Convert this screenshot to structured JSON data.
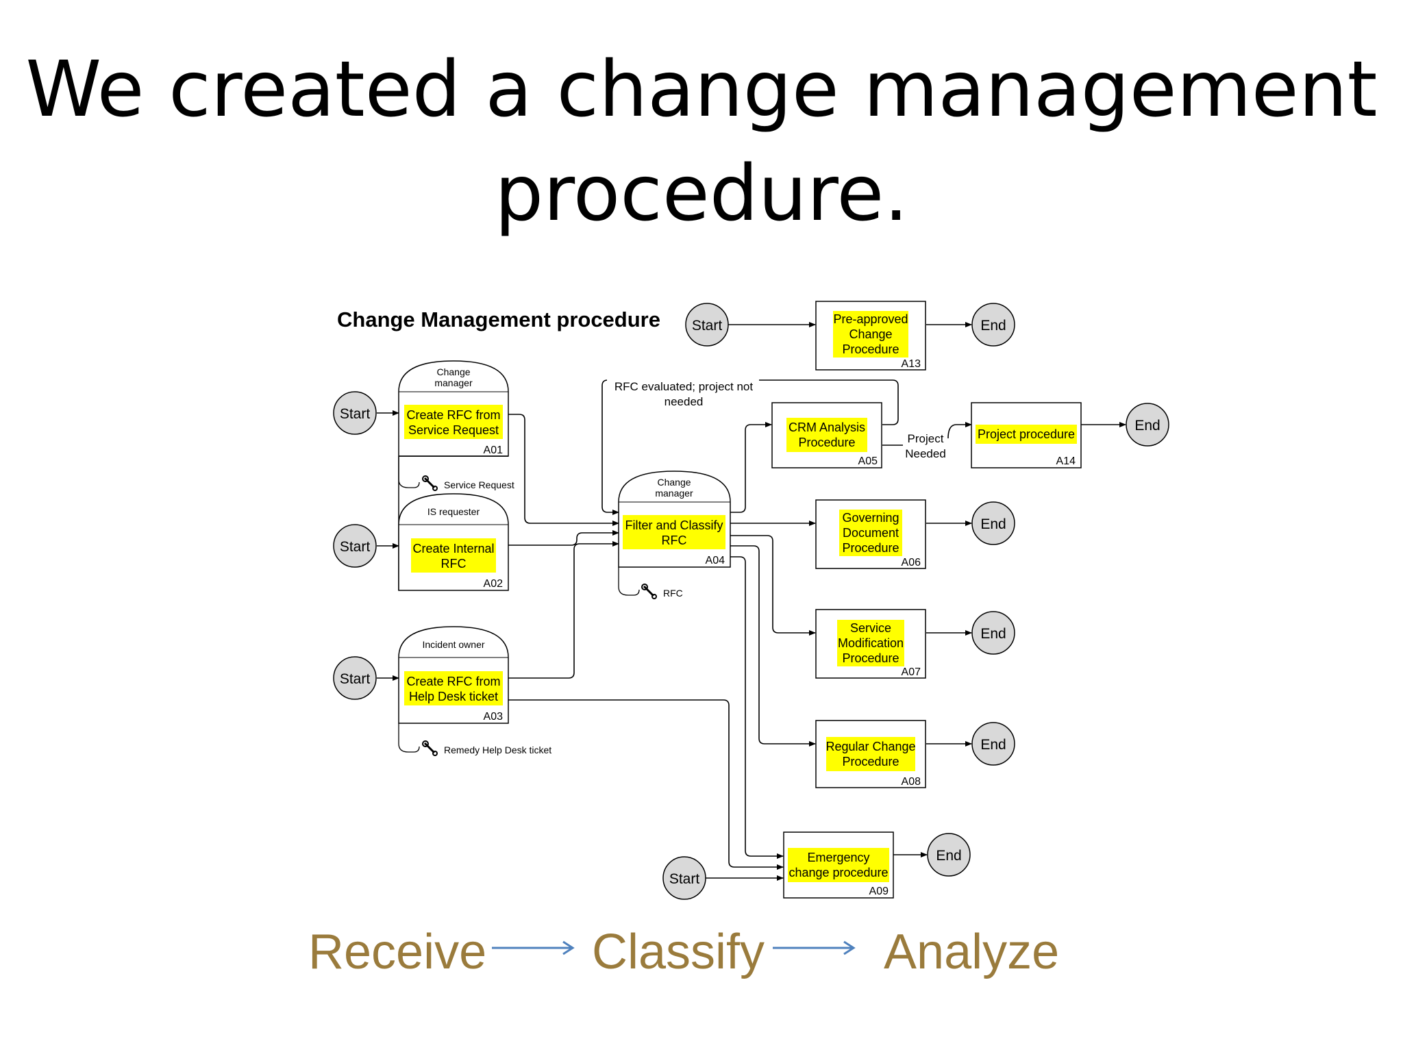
{
  "slide": {
    "title_line1": "We created a change management",
    "title_line2": "procedure."
  },
  "diagram": {
    "title": "Change Management procedure",
    "colors": {
      "highlight": "#ffff00",
      "terminal_fill": "#d9d9d9",
      "flow_text": "#9a7b3c",
      "flow_arrow": "#4f81bd"
    },
    "terminals": {
      "start": "Start",
      "end": "End"
    },
    "activities": {
      "a01": {
        "role_line1": "Change",
        "role_line2": "manager",
        "name_line1": "Create RFC from",
        "name_line2": "Service Request",
        "code": "A01"
      },
      "a02": {
        "role_line1": "IS requester",
        "name_line1": "Create Internal",
        "name_line2": "RFC",
        "code": "A02"
      },
      "a03": {
        "role_line1": "Incident owner",
        "name_line1": "Create RFC from",
        "name_line2": "Help Desk ticket",
        "code": "A03"
      },
      "a04": {
        "role_line1": "Change",
        "role_line2": "manager",
        "name_line1": "Filter and Classify",
        "name_line2": "RFC",
        "code": "A04"
      },
      "a05": {
        "name_line1": "CRM Analysis",
        "name_line2": "Procedure",
        "code": "A05"
      },
      "a06": {
        "name_line1": "Governing",
        "name_line2": "Document",
        "name_line3": "Procedure",
        "code": "A06"
      },
      "a07": {
        "name_line1": "Service",
        "name_line2": "Modification",
        "name_line3": "Procedure",
        "code": "A07"
      },
      "a08": {
        "name_line1": "Regular Change",
        "name_line2": "Procedure",
        "code": "A08"
      },
      "a09": {
        "name_line1": "Emergency",
        "name_line2": "change procedure",
        "code": "A09"
      },
      "a13": {
        "name_line1": "Pre-approved",
        "name_line2": "Change",
        "name_line3": "Procedure",
        "code": "A13"
      },
      "a14": {
        "name_line1": "Project procedure",
        "code": "A14"
      }
    },
    "tools": {
      "service_request": "Service Request",
      "rfc": "RFC",
      "remedy": "Remedy Help Desk ticket"
    },
    "labels": {
      "rfc_evaluated_line1": "RFC evaluated; project not",
      "rfc_evaluated_line2": "needed",
      "project_needed_line1": "Project",
      "project_needed_line2": "Needed"
    }
  },
  "flow": {
    "steps": [
      "Receive",
      "Classify",
      "Analyze"
    ]
  }
}
